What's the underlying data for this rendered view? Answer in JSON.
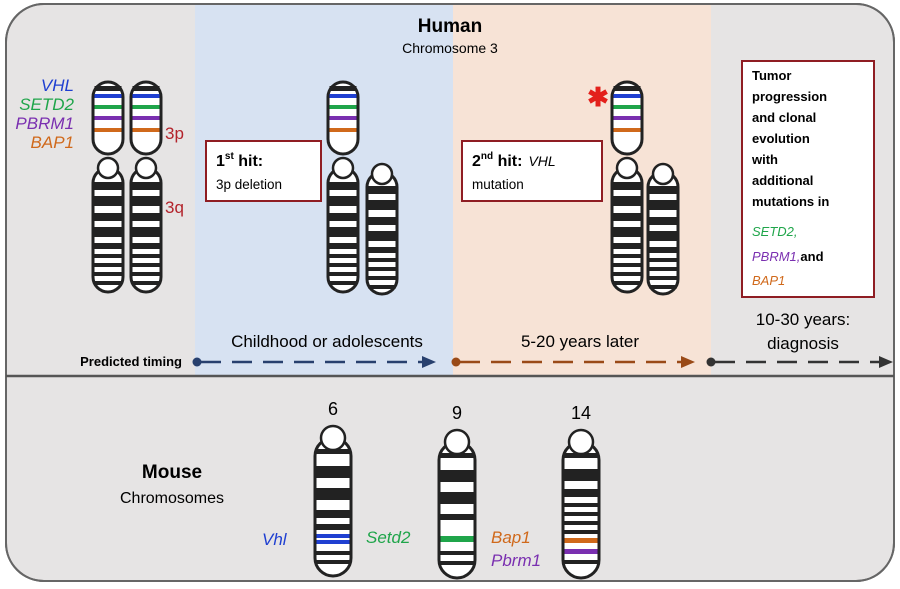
{
  "human": {
    "title": "Human",
    "subtitle": "Chromosome 3",
    "gene_labels": [
      {
        "text": "VHL",
        "color": "#1f3fd1"
      },
      {
        "text": "SETD2",
        "color": "#1fa54a"
      },
      {
        "text": "PBRM1",
        "color": "#7a2fb0"
      },
      {
        "text": "BAP1",
        "color": "#d0691b"
      }
    ],
    "arm_p": "3p",
    "arm_q": "3q",
    "first_hit": {
      "title": "1",
      "sup": "st",
      "title_rest": " hit:",
      "desc": "3p deletion"
    },
    "second_hit": {
      "title": "2",
      "sup": "nd",
      "title_rest": " hit:",
      "gene": "VHL",
      "desc": "mutation"
    },
    "progression_box": {
      "lines": [
        "Tumor",
        "progression",
        "and clonal",
        "evolution",
        "with",
        "additional",
        "mutations in"
      ],
      "gene1": "SETD2,",
      "gene2": "PBRM1,",
      "and": "and",
      "gene3": "BAP1"
    },
    "timing": {
      "label": "Predicted timing",
      "stage1": "Childhood or adolescents",
      "stage2": "5-20 years later",
      "stage3_line1": "10-30 years:",
      "stage3_line2": "diagnosis"
    }
  },
  "mouse": {
    "title": "Mouse",
    "subtitle": "Chromosomes",
    "chromosomes": [
      {
        "number": "6",
        "genes": [
          {
            "text": "Vhl",
            "color": "#1f3fd1"
          }
        ]
      },
      {
        "number": "9",
        "genes": [
          {
            "text": "Setd2",
            "color": "#1fa54a"
          }
        ]
      },
      {
        "number": "14",
        "genes": [
          {
            "text": "Bap1",
            "color": "#d0691b"
          },
          {
            "text": "Pbrm1",
            "color": "#7a2fb0"
          }
        ]
      }
    ]
  },
  "colors": {
    "panel_bg": "#e6e4e4",
    "blue_band": "#d7e2f2",
    "peach_band": "#f7e3d6",
    "box_border": "#8f1d23",
    "arm_label": "#b3232b",
    "asterisk": "#e3201b",
    "arrow_blue": "#28406e",
    "arrow_brown": "#9a4a17",
    "arrow_dark": "#333333",
    "vhl": "#1f3fd1",
    "setd2": "#1fa54a",
    "pbrm1": "#7a2fb0",
    "bap1": "#d0691b"
  }
}
